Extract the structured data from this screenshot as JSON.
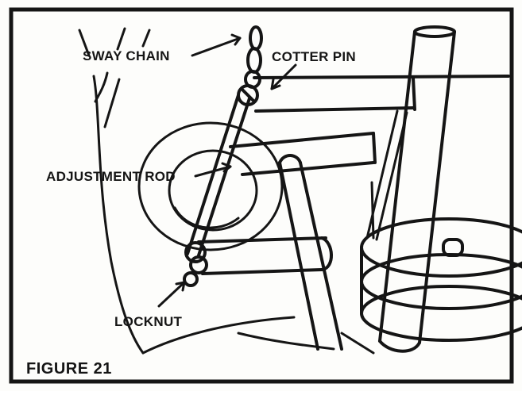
{
  "labels": {
    "sway_chain": "SWAY CHAIN",
    "cotter_pin": "COTTER PIN",
    "adjustment_rod": "ADJUSTMENT ROD",
    "locknut": "LOCKNUT"
  },
  "caption": "FIGURE 21",
  "colors": {
    "ink": "#151515",
    "paper": "#ffffff"
  }
}
